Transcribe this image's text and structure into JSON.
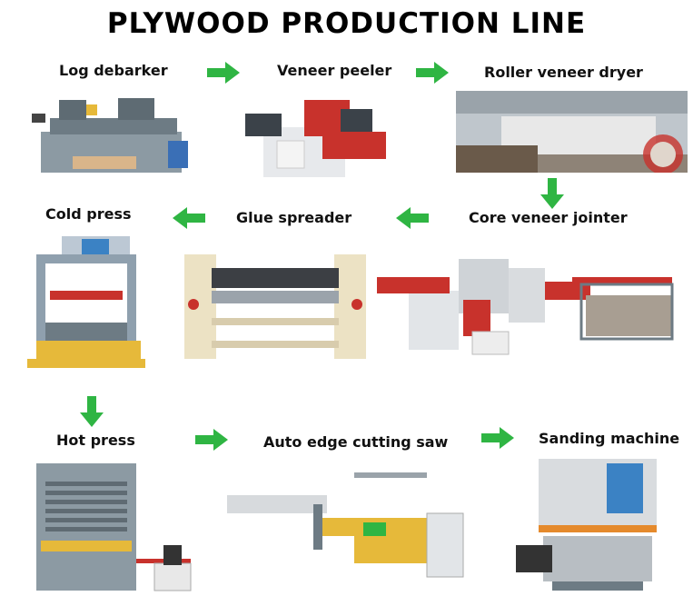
{
  "title": "PLYWOOD PRODUCTION LINE",
  "steps": [
    {
      "label": "Log debarker"
    },
    {
      "label": "Veneer peeler"
    },
    {
      "label": "Roller veneer dryer"
    },
    {
      "label": "Core veneer jointer"
    },
    {
      "label": "Glue spreader"
    },
    {
      "label": "Cold press"
    },
    {
      "label": "Hot press"
    },
    {
      "label": "Auto edge cutting saw"
    },
    {
      "label": "Sanding machine"
    }
  ],
  "colors": {
    "arrow": "#2fb543",
    "machine_body": "#8c9aa3",
    "accent_red": "#c8322c",
    "accent_yellow": "#e6b93a"
  }
}
